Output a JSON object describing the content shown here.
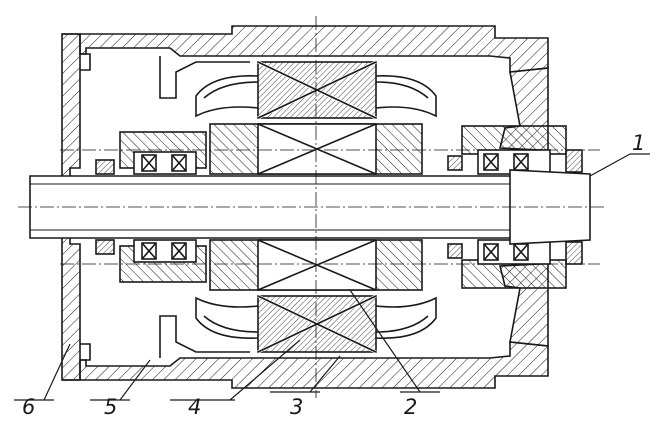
{
  "drawing": {
    "background": "#ffffff",
    "ink_color": "#1a1a1a",
    "callouts": [
      "1",
      "2",
      "3",
      "4",
      "5",
      "6"
    ]
  }
}
